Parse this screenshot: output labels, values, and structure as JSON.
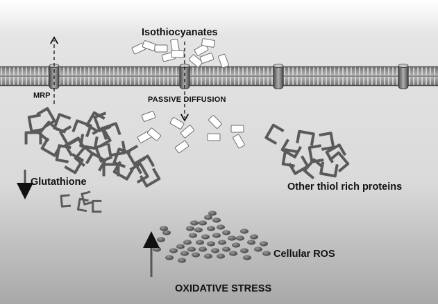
{
  "diagram": {
    "labels": {
      "isothiocyanates": "Isothiocyanates",
      "mrp": "MRP",
      "passive_diffusion": "PASSIVE DIFFUSION",
      "glutathione": "Glutathione",
      "other_thiol_proteins": "Other thiol rich proteins",
      "cellular_ros": "Cellular ROS",
      "oxidative_stress": "OXIDATIVE STRESS"
    },
    "colors": {
      "background_top": "#e2e2e2",
      "background_bottom": "#a9a9a9",
      "membrane": "#8c8c8c",
      "conjugate": "#5a5a5a",
      "molecule": "#ffffff",
      "ros": "#555555",
      "arrow": "#555555"
    }
  }
}
